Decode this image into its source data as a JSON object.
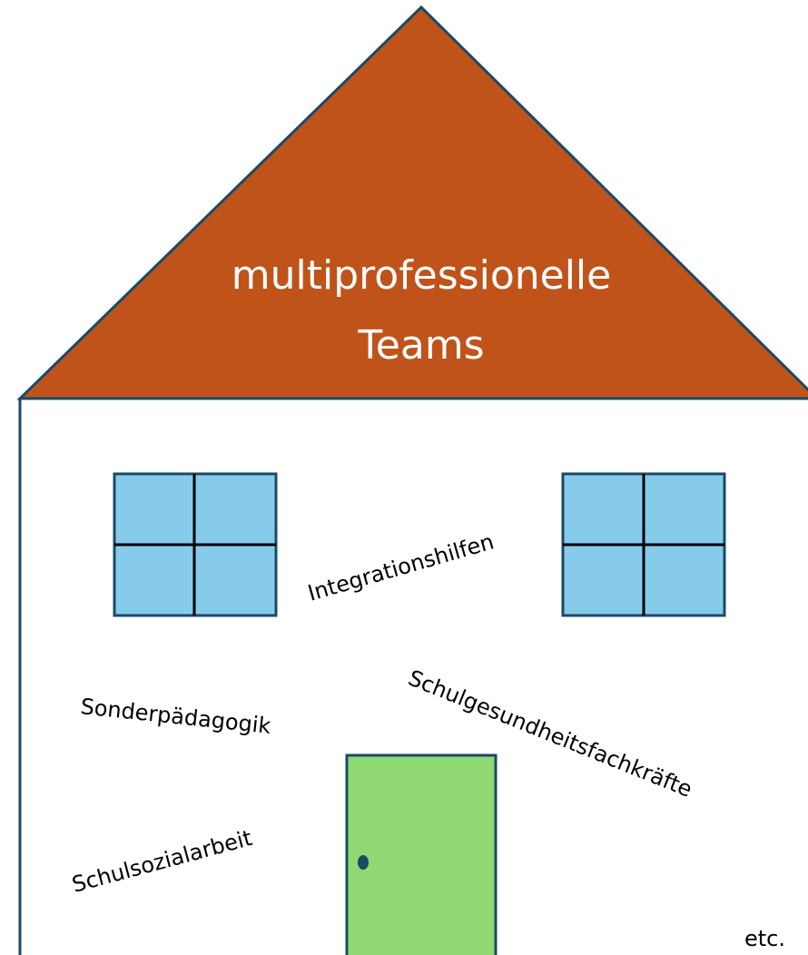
{
  "house": {
    "roof_title_line1": "multiprofessionelle",
    "roof_title_line2": "Teams",
    "roof_color": "#C0531A",
    "outline_color": "#1A4A66",
    "window_color": "#87CBEB",
    "door_color": "#8FD873",
    "door_knob_color": "#1A4A66"
  },
  "labels": {
    "integrationshilfen": "Integrationshilfen",
    "sonderpaedagogik": "Sonderpädagogik",
    "schulgesundheit": "Schulgesundheitsfachkräfte",
    "schulsozialarbeit": "Schulsozialarbeit",
    "etc": "etc."
  }
}
